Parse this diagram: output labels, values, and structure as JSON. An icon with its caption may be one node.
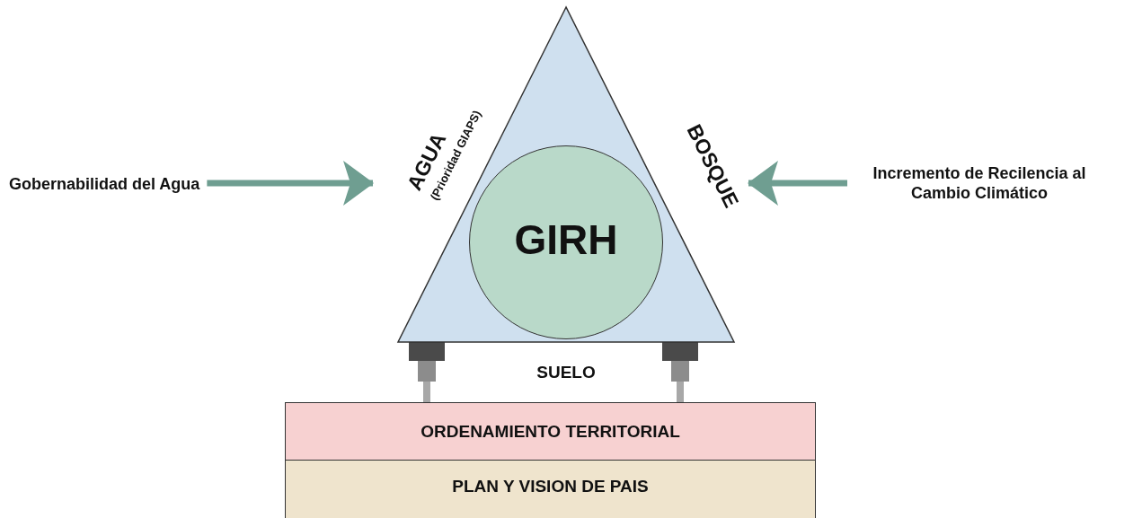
{
  "diagram": {
    "nodes": [
      {
        "text": [
          "AGUA",
          "(Prioridad GIAPS)",
          "BOSQUE"
        ]
      },
      {
        "text": [
          "GIRH"
        ],
        "in": 0
      },
      {
        "text": [
          "Gobernabilidad del Agua"
        ]
      },
      {
        "text": [
          "Incremento de Recilencia al Cambio Climático"
        ]
      },
      {
        "text": [
          "ORDENAMIENTO TERRITORIAL"
        ]
      },
      {
        "text": [
          "PLAN Y VISION DE PAIS"
        ]
      }
    ],
    "edges": [
      {
        "from": 2,
        "to": 0,
        "arrow": "to"
      },
      {
        "from": 3,
        "to": 0,
        "arrow": "to"
      }
    ],
    "labels": [
      "SUELO"
    ]
  }
}
